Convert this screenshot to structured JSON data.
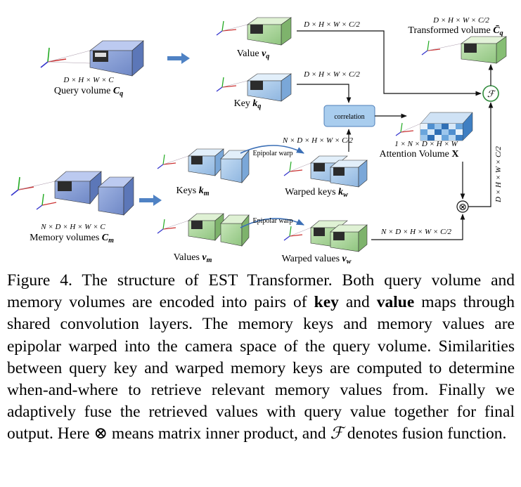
{
  "figure": {
    "query_volume": {
      "dims": "D × H × W × C",
      "label": "Query volume ",
      "symbol": "C",
      "sub": "q"
    },
    "value_q": {
      "label": "Value ",
      "symbol": "v",
      "sub": "q",
      "dims": "D × H × W × C/2"
    },
    "key_q": {
      "label": "Key ",
      "symbol": "k",
      "sub": "q",
      "dims": "D × H × W × C/2"
    },
    "transformed": {
      "dims": "D × H × W × C/2",
      "label": "Transformed volume ",
      "symbol": "C̄",
      "sub": "q"
    },
    "correlation_label": "correlation",
    "fusion_symbol": "ℱ",
    "product_symbol": "⊗",
    "attention": {
      "dims": "1 × N × D × H × W",
      "label": "Attention Volume ",
      "symbol": "X"
    },
    "memory_volumes": {
      "dims": "N × D × H × W × C",
      "label": "Memory volumes ",
      "symbol": "C",
      "sub": "m"
    },
    "keys_m": {
      "label": "Keys ",
      "symbol": "k",
      "sub": "m"
    },
    "warped_keys": {
      "label": "Warped keys ",
      "symbol": "k",
      "sub": "w",
      "dims": "N × D × H × W × C/2"
    },
    "values_m": {
      "label": "Values ",
      "symbol": "v",
      "sub": "m"
    },
    "warped_values": {
      "label": "Warped values ",
      "symbol": "v",
      "sub": "w",
      "dims": "N × D × H × W × C/2"
    },
    "epipolar_1": "Epipolar warp",
    "epipolar_2": "Epipolar warp",
    "vertical_dims": "D × H × W × C/2",
    "colors": {
      "query": "#7f97d0",
      "key": "#a9c8ea",
      "value": "#a8d29a",
      "attention": "#4f8fcf"
    }
  },
  "caption": {
    "p1": "Figure 4. The structure of EST Transformer. Both query volume and memory volumes are encoded into pairs of ",
    "key": "key",
    "p2": " and ",
    "value": "value",
    "p3": " maps through shared convolution layers. The memory keys and memory values are epipolar warped into the camera space of the query volume. Similarities between query key and warped memory keys are computed to determine when-and-where to retrieve relevant memory values from. Finally we adaptively fuse the retrieved values with query value together for final output. Here ",
    "otimes": "⊗",
    "p4": " means matrix inner product, and ",
    "fusion": "ℱ",
    "p5": " denotes fusion function."
  }
}
